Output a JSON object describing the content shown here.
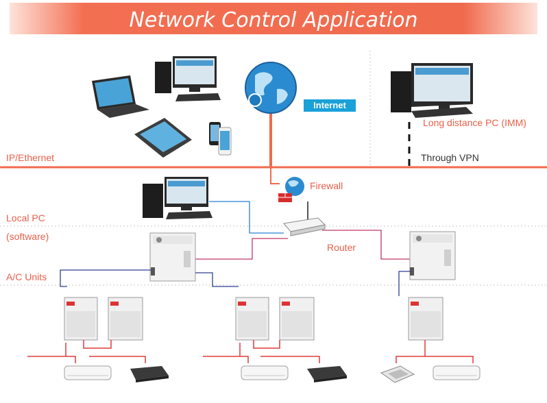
{
  "header": {
    "title": "Network Control Application"
  },
  "labels": {
    "internet": "Internet",
    "ip_ethernet": "IP/Ethernet",
    "long_distance_pc": "Long distance PC (IMM)",
    "through_vpn": "Through VPN",
    "firewall": "Firewall",
    "local_pc": "Local PC",
    "software": "(software)",
    "router": "Router",
    "ac_units": "A/C Units"
  },
  "colors": {
    "accent": "#f06a4d",
    "internet_badge": "#1aa1d8",
    "line_blue": "#2d3f8f",
    "line_pink": "#c23466",
    "line_red": "#e03a3a"
  }
}
